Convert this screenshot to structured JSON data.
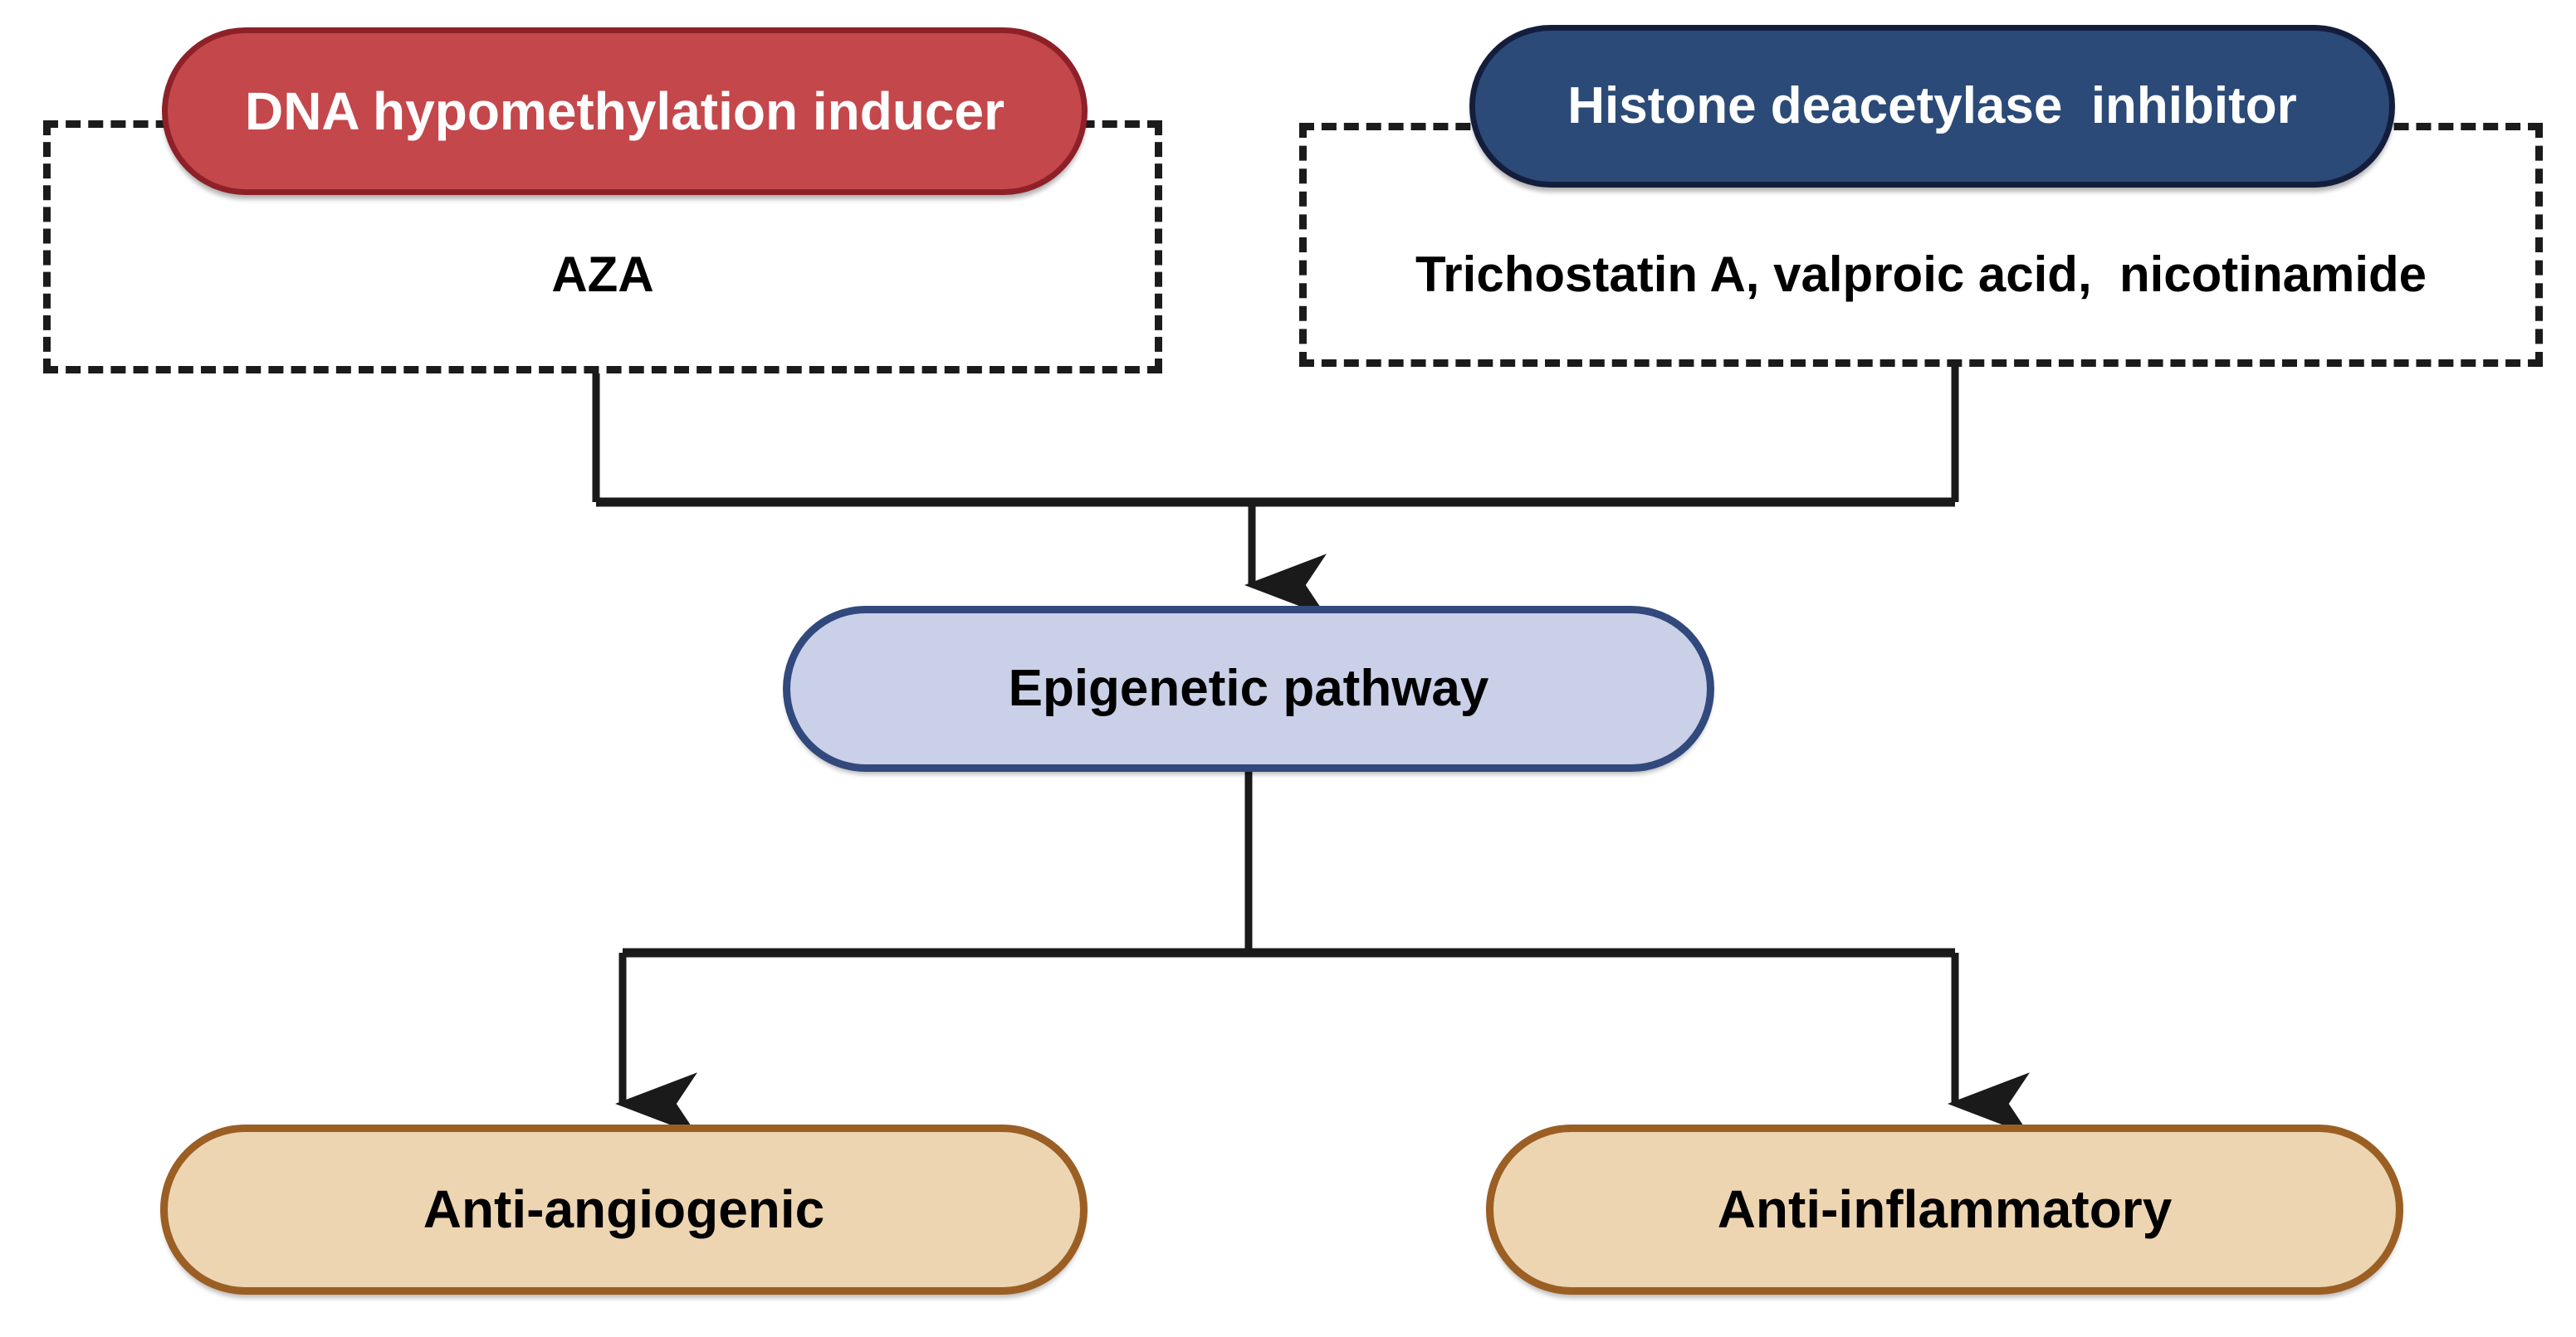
{
  "diagram": {
    "title": "Epigenetic pathway therapeutic diagram",
    "background_color": "#ffffff",
    "nodes": {
      "dna_inducer": {
        "label": "DNA hypomethylation inducer",
        "fill": "#C4474B",
        "stroke": "#8E2028",
        "text_color": "#ffffff",
        "shape": "pill"
      },
      "hdac_inhibitor": {
        "label": "Histone deacetylase  inhibitor",
        "fill": "#2B4A77",
        "stroke": "#141E3C",
        "text_color": "#ffffff",
        "shape": "pill"
      },
      "epigenetic_pathway": {
        "label": "Epigenetic pathway",
        "fill": "#C9D0E8",
        "stroke": "#31497C",
        "text_color": "#000000",
        "shape": "rounded-rect"
      },
      "anti_angiogenic": {
        "label": "Anti-angiogenic",
        "fill": "#EDD5B2",
        "stroke": "#9B5F24",
        "text_color": "#000000",
        "shape": "rounded-rect"
      },
      "anti_inflammatory": {
        "label": "Anti-inflammatory",
        "fill": "#EDD5B2",
        "stroke": "#9B5F24",
        "text_color": "#000000",
        "shape": "rounded-rect"
      }
    },
    "groups": {
      "left": {
        "drug_text": "AZA",
        "border_style": "dashed",
        "border_color": "#1b1b1b"
      },
      "right": {
        "drug_text": "Trichostatin A, valproic acid,  nicotinamide",
        "border_style": "dashed",
        "border_color": "#1b1b1b"
      }
    },
    "connectors": {
      "color": "#1a1a1a",
      "edges": [
        {
          "from": "left_group",
          "to": "epigenetic_pathway",
          "type": "elbow-merge"
        },
        {
          "from": "right_group",
          "to": "epigenetic_pathway",
          "type": "elbow-merge"
        },
        {
          "from": "epigenetic_pathway",
          "to": "anti_angiogenic",
          "type": "elbow-split-arrow"
        },
        {
          "from": "epigenetic_pathway",
          "to": "anti_inflammatory",
          "type": "elbow-split-arrow"
        }
      ]
    }
  }
}
